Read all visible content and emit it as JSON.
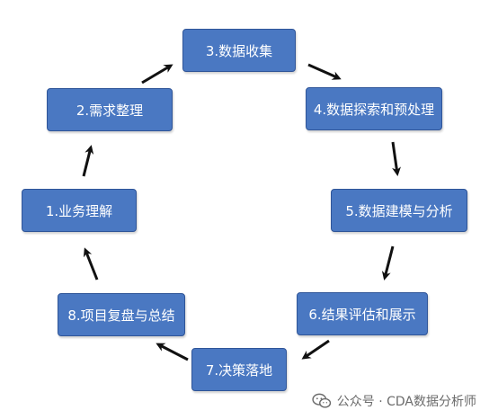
{
  "steps": [
    {
      "label": "1.业务理解"
    },
    {
      "label": "2.需求整理"
    },
    {
      "label": "3.数据收集"
    },
    {
      "label": "4.数据探索和预处理"
    },
    {
      "label": "5.数据建模与分析"
    },
    {
      "label": "6.结果评估和展示"
    },
    {
      "label": "7.决策落地"
    },
    {
      "label": "8.项目复盘与总结"
    }
  ],
  "watermark": {
    "text": "公众号 · CDA数据分析师",
    "icon": "wechat-icon"
  },
  "colors": {
    "box_fill": "#4a78c2",
    "box_border": "#2f5598",
    "arrow": "#111111"
  }
}
